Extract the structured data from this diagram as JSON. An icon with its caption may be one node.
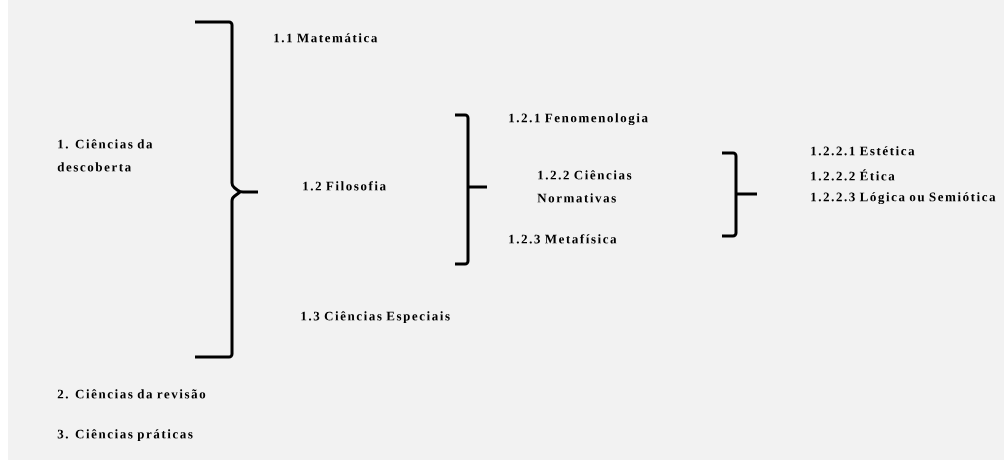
{
  "diagram": {
    "labels": [
      "1.1 Matemática",
      "1. Ciências da descoberta",
      "1.2 Filosofia",
      "1.2.1 Fenomenologia",
      "1.2.2 Ciências Normativas",
      "1.2.2.1 Estética",
      "1.2.2.2 Ética",
      "1.2.2.3 Lógica ou Semiótica",
      "1.2.3 Metafísica",
      "1.3 Ciências Especiais",
      "2. Ciências da revisão",
      "3. Ciências práticas"
    ]
  }
}
